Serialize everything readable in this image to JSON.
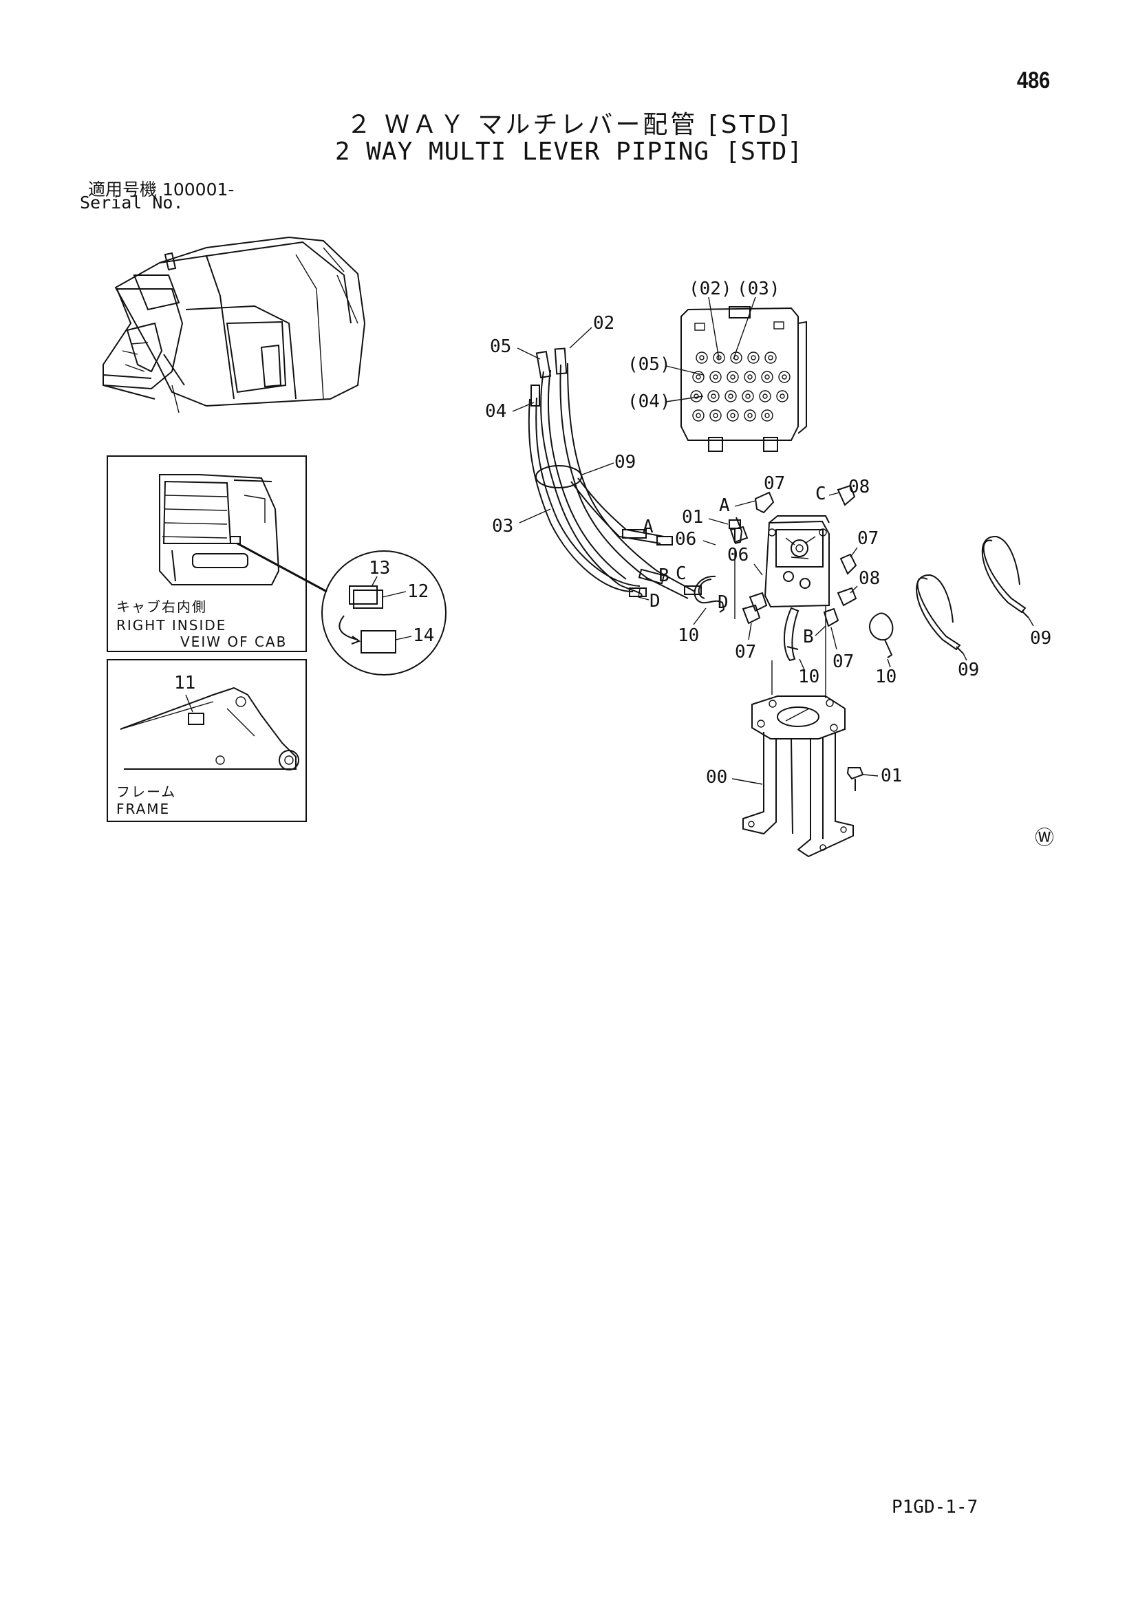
{
  "header": {
    "page_number": "486",
    "title_jp": "２ ＷＡＹ マルチレバー配管 [STD]",
    "title_en": "2 WAY MULTI LEVER PIPING [STD]",
    "serial_label_jp": "適用号機  100001-",
    "serial_label_en": "Serial No."
  },
  "footer": {
    "catalog_code": "P1GD-1-7",
    "watermark_symbol": "Ⓦ"
  },
  "insets": {
    "cab_view": {
      "label_jp": "キャブ右内側",
      "label_en_line1": "RIGHT  INSIDE",
      "label_en_line2": "VEIW  OF  CAB"
    },
    "frame_view": {
      "label_jp": "フレーム",
      "label_en": "FRAME"
    }
  },
  "callouts": {
    "c00": "00",
    "c01a": "01",
    "c01b": "01",
    "c02": "02",
    "c03": "03",
    "c04": "04",
    "c05": "05",
    "c06a": "06",
    "c06b": "06",
    "c07a": "07",
    "c07b": "07",
    "c07c": "07",
    "c07d": "07",
    "c08a": "08",
    "c08b": "08",
    "c09a": "09",
    "c09b": "09",
    "c09c": "09",
    "c10a": "10",
    "c10b": "10",
    "c10c": "10",
    "c11": "11",
    "c12": "12",
    "c13": "13",
    "c14": "14",
    "p02": "(02)",
    "p03": "(03)",
    "p04": "(04)",
    "p05": "(05)"
  },
  "port_letters": {
    "a1": "A",
    "a2": "A",
    "b1": "B",
    "b2": "B",
    "c1": "C",
    "c2": "C",
    "d1": "D",
    "d2": "D"
  }
}
